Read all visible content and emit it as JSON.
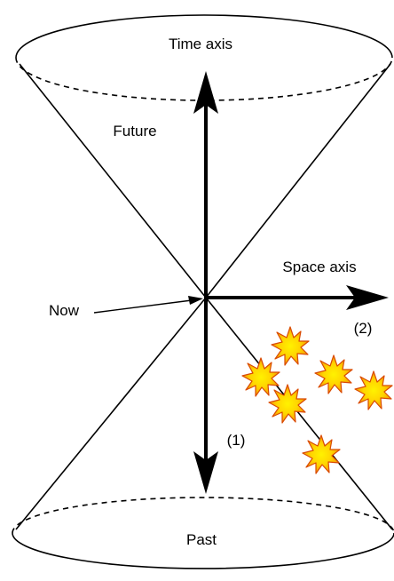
{
  "labels": {
    "time_axis": "Time axis",
    "future": "Future",
    "space_axis": "Space axis",
    "now": "Now",
    "marker_2": "(2)",
    "marker_1": "(1)",
    "past": "Past"
  },
  "colors": {
    "line": "#000000",
    "burst_outer": "#f5a00a",
    "burst_inner": "#fff200",
    "burst_stroke": "#d94a00"
  }
}
